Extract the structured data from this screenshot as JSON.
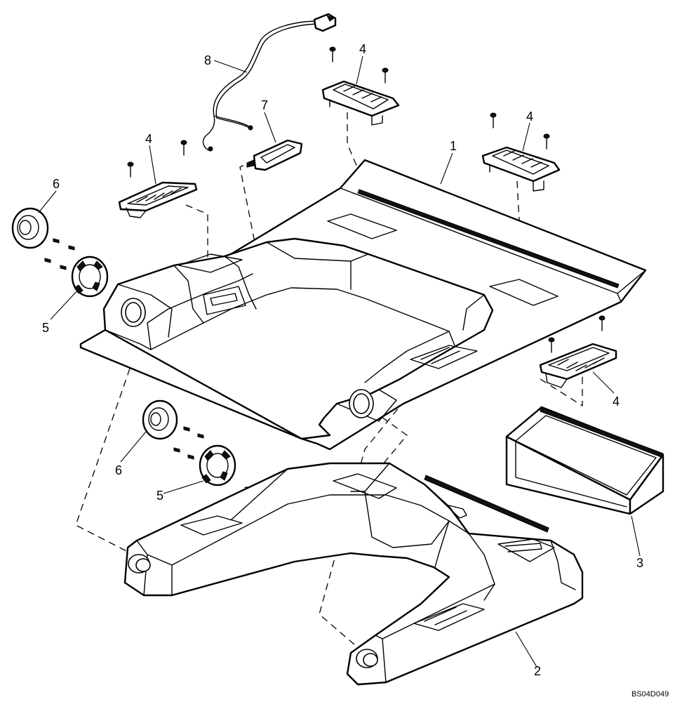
{
  "diagram": {
    "callouts": [
      "1",
      "2",
      "3",
      "4",
      "5",
      "6",
      "7",
      "8"
    ],
    "drawing_number": "BS04D049"
  }
}
